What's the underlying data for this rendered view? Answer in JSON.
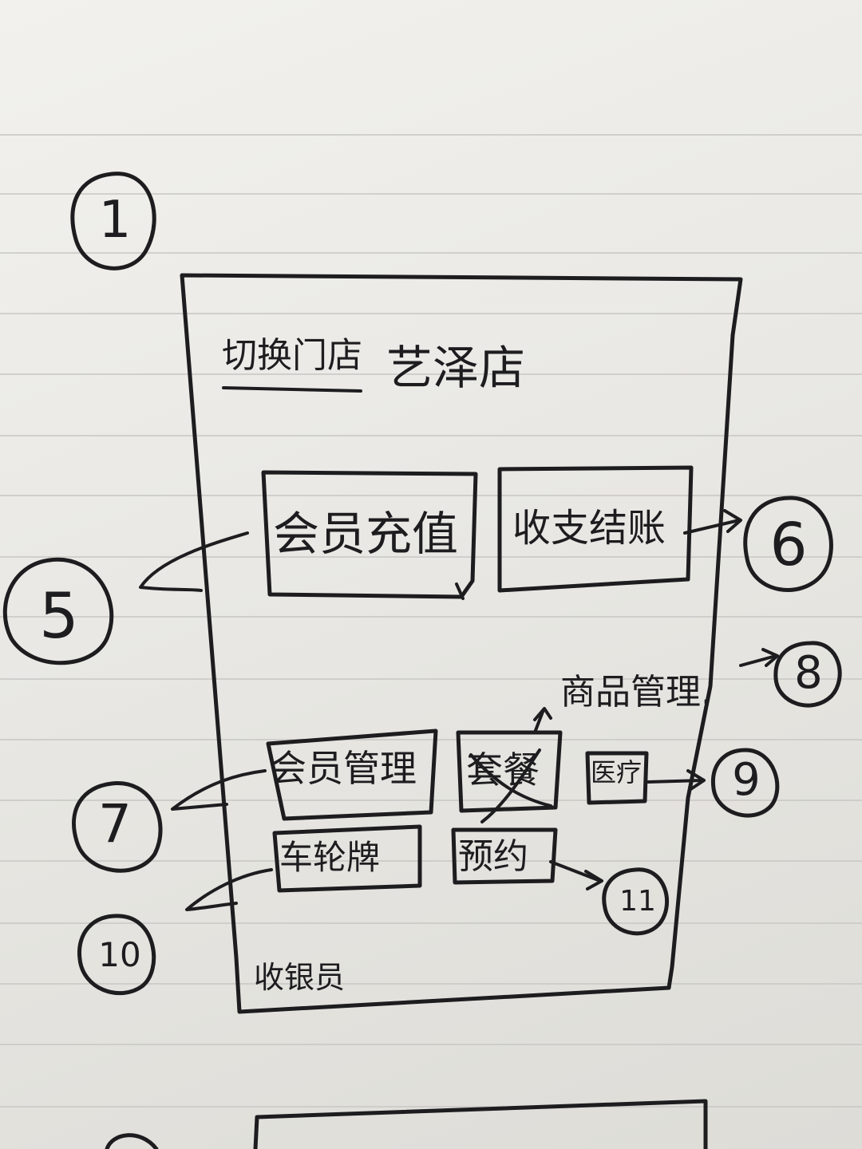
{
  "header": {
    "switch_store_link": "切换门店",
    "store_name": "艺泽店"
  },
  "main_buttons": [
    {
      "label": "会员充值",
      "annotation": "5"
    },
    {
      "label": "收支结账",
      "annotation": "6"
    }
  ],
  "product_management_label": "商品管理.",
  "product_management_annotation": "8",
  "small_buttons": [
    {
      "label": "会员管理",
      "annotation": "7"
    },
    {
      "label": "套餐"
    },
    {
      "label": "医疗",
      "annotation": "9"
    },
    {
      "label": "车轮牌",
      "annotation": "10"
    },
    {
      "label": "预约",
      "annotation": "11"
    }
  ],
  "footer": {
    "label": "收银员"
  },
  "page_marker": "1"
}
